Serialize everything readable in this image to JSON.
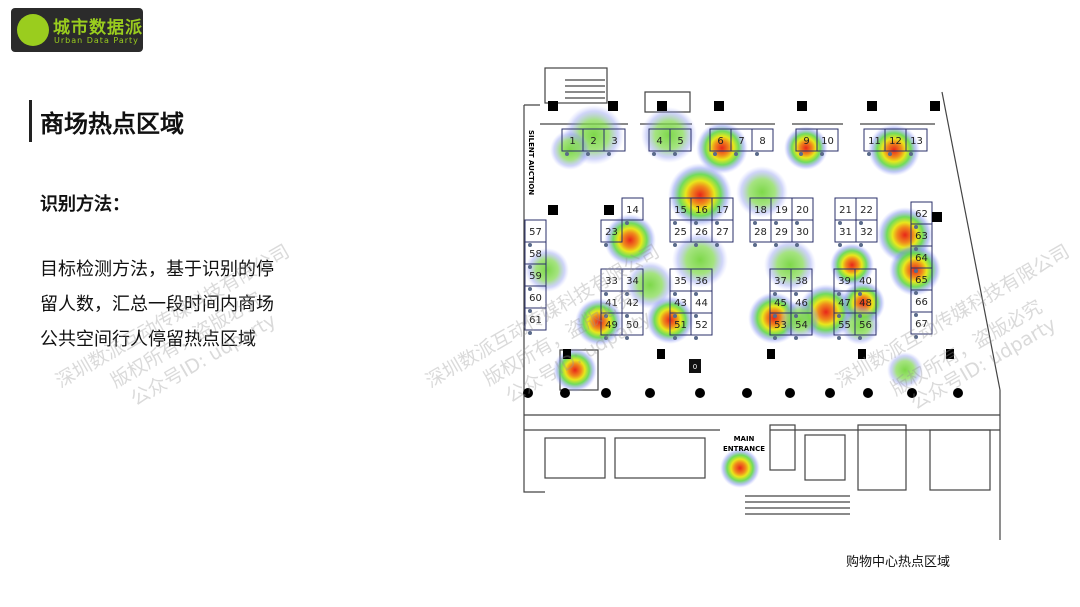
{
  "logo": {
    "name_cn": "城市数据派",
    "name_en": "Urban Data Party"
  },
  "title": "商场热点区域",
  "method": {
    "heading": "识别方法：",
    "lines": [
      "目标检测方法，基于识别的停",
      "留人数，汇总一段时间内商场",
      "公共空间行人停留热点区域"
    ]
  },
  "floorplan": {
    "side_label": "SILENT AUCTION",
    "entrance_label": [
      "MAIN",
      "ENTRANCE"
    ],
    "marker_label": "0",
    "booths": [
      "1",
      "2",
      "3",
      "4",
      "5",
      "6",
      "7",
      "8",
      "9",
      "10",
      "11",
      "12",
      "13",
      "14",
      "15",
      "16",
      "17",
      "18",
      "19",
      "20",
      "21",
      "22",
      "23",
      "25",
      "26",
      "27",
      "28",
      "29",
      "30",
      "31",
      "32",
      "33",
      "34",
      "35",
      "36",
      "37",
      "38",
      "39",
      "40",
      "41",
      "42",
      "43",
      "44",
      "45",
      "46",
      "47",
      "48",
      "49",
      "50",
      "51",
      "52",
      "53",
      "54",
      "55",
      "56",
      "57",
      "58",
      "59",
      "60",
      "61",
      "62",
      "63",
      "64",
      "65",
      "66",
      "67"
    ]
  },
  "caption": "购物中心热点区域",
  "watermarks": [
    "深圳数派互动传媒科技有限公司",
    "版权所有，盗版必究",
    "公众号ID: udparty"
  ]
}
